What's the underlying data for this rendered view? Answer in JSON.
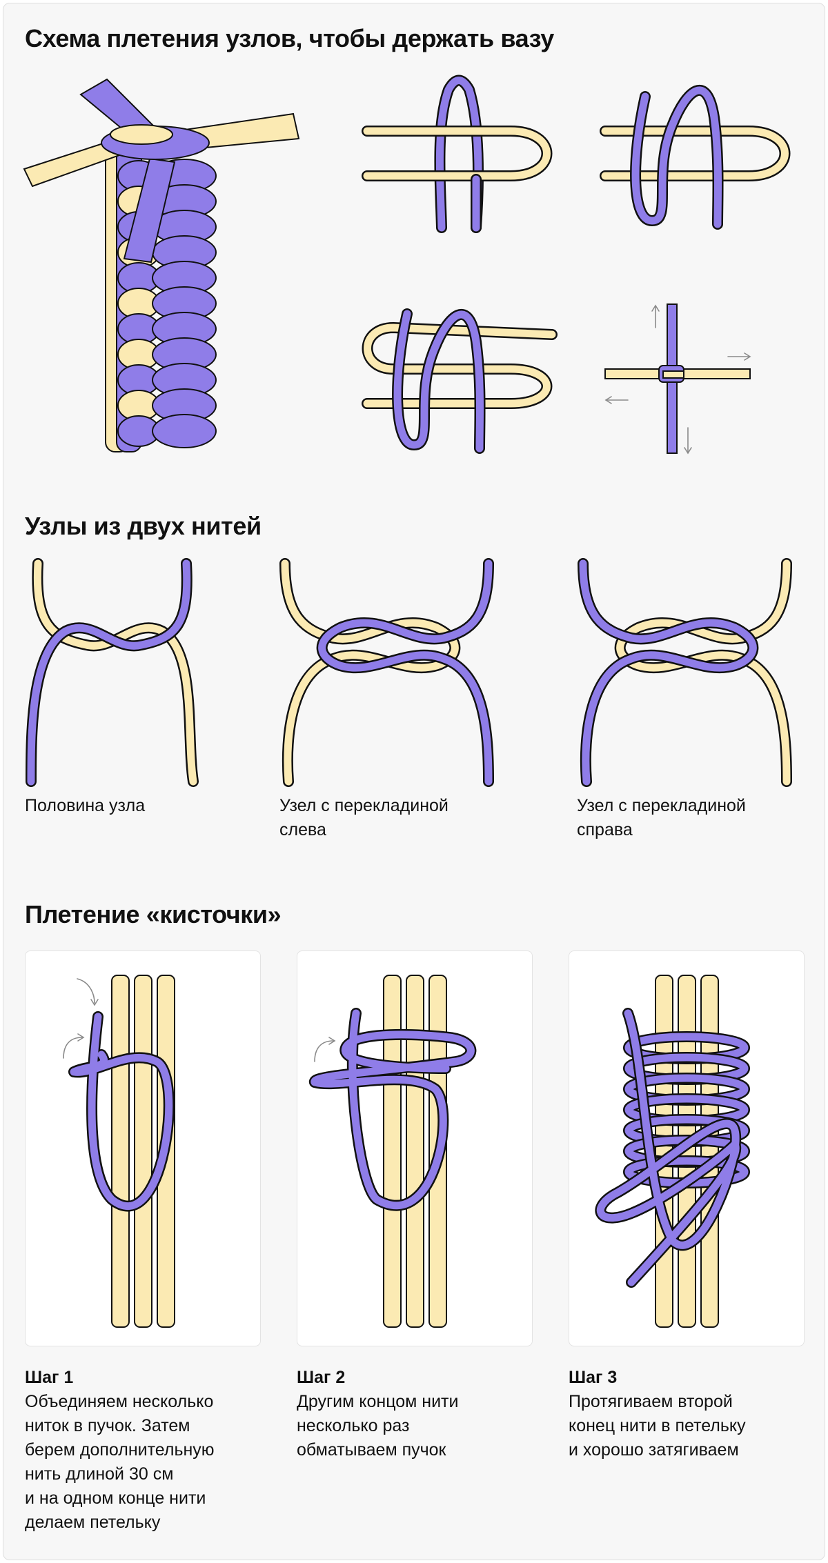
{
  "sections": {
    "vase_scheme_title": "Схема плетения узлов, чтобы держать вазу",
    "two_threads_title": "Узлы из двух нитей",
    "tassel_title": "Плетение «кисточки»"
  },
  "knots": [
    {
      "caption": "Половина узла"
    },
    {
      "caption": "Узел с перекладиной\nслева"
    },
    {
      "caption": "Узел с перекладиной\nсправа"
    }
  ],
  "steps": [
    {
      "title": "Шаг 1",
      "text": "Объединяем несколько\nниток в пучок. Затем\nберем дополнительную\nнить длиной 30 см\nи на одном конце нити\nделаем петельку"
    },
    {
      "title": "Шаг 2",
      "text": "Другим концом нити\nнесколько раз\nобматываем пучок"
    },
    {
      "title": "Шаг 3",
      "text": "Протягиваем второй\nконец нити в петельку\nи хорошо затягиваем"
    }
  ],
  "colors": {
    "cord_yellow": "#fbeab3",
    "cord_purple": "#8f7de8",
    "outline": "#111111",
    "panel": "#f7f7f7"
  }
}
